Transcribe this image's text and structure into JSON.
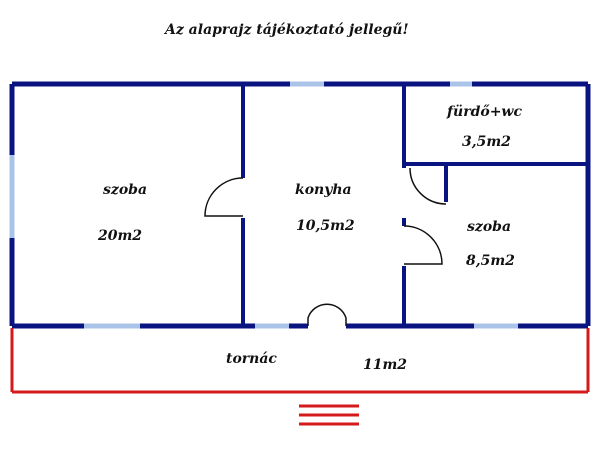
{
  "caption": "Az alaprajz tájékoztató jellegű!",
  "rooms": {
    "left": {
      "name": "szoba",
      "area": "20m2"
    },
    "kitchen": {
      "name": "konyha",
      "area": "10,5m2"
    },
    "bath": {
      "name": "fürdő+wc",
      "area": "3,5m2"
    },
    "right": {
      "name": "szoba",
      "area": "8,5m2"
    },
    "porch": {
      "name": "tornác",
      "area": "11m2"
    }
  },
  "colors": {
    "wall": "#0a1480",
    "window": "#a9c4e8",
    "porch": "#d41a1a",
    "door": "#111111"
  }
}
